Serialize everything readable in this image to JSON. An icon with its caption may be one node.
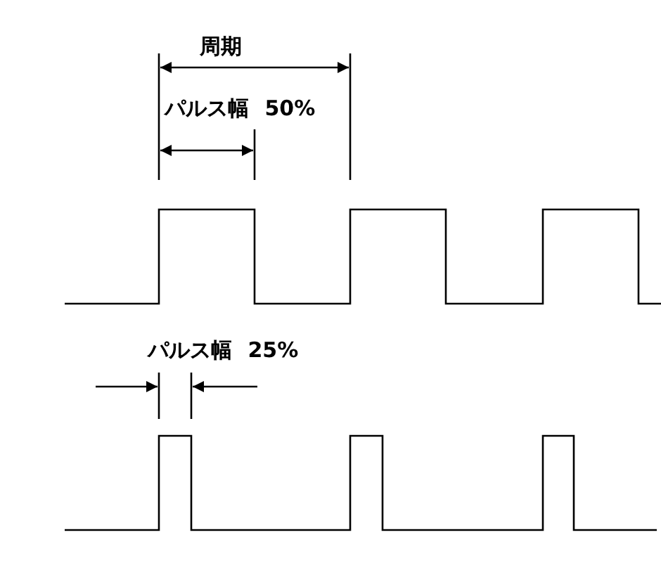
{
  "diagram": {
    "labels": [
      "周期",
      "パルス幅 50%",
      "パルス幅 25%"
    ]
  }
}
